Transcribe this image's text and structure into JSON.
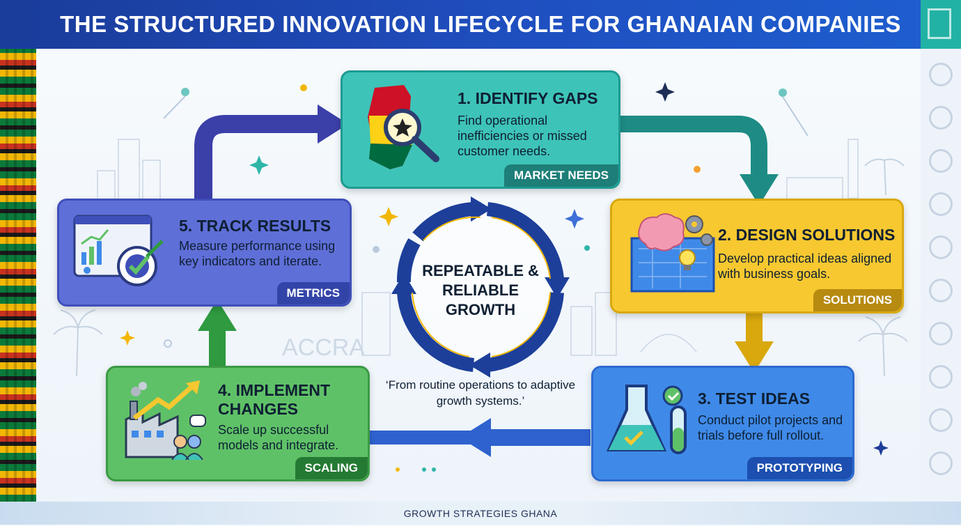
{
  "header": {
    "title": "THE STRUCTURED INNOVATION LIFECYCLE FOR GHANAIAN COMPANIES"
  },
  "steps": [
    {
      "title": "1. IDENTIFY GAPS",
      "description": "Find operational inefficiencies or missed customer needs.",
      "badge": "MARKET NEEDS",
      "icon": "ghana-map-magnifier-icon"
    },
    {
      "title": "2. DESIGN SOLUTIONS",
      "description": "Develop practical ideas aligned with business goals.",
      "badge": "SOLUTIONS",
      "icon": "brain-gears-blueprint-icon"
    },
    {
      "title": "3. TEST IDEAS",
      "description": "Conduct pilot projects and trials before full rollout.",
      "badge": "PROTOTYPING",
      "icon": "lab-flask-icon"
    },
    {
      "title": "4. IMPLEMENT CHANGES",
      "description": "Scale up successful models and integrate.",
      "badge": "SCALING",
      "icon": "factory-growth-icon"
    },
    {
      "title": "5. TRACK RESULTS",
      "description": "Measure performance using key indicators and iterate.",
      "badge": "METRICS",
      "icon": "dashboard-target-icon"
    }
  ],
  "center": {
    "text": "REPEATABLE & RELIABLE GROWTH"
  },
  "quote": "‘From routine operations to adaptive growth systems.’",
  "skyline_label": "ACCRA",
  "footer": {
    "text": "GROWTH STRATEGIES GHANA"
  },
  "colors": {
    "step1": "#3ec3b8",
    "step1_badge": "#1d7f78",
    "step2": "#f7c830",
    "step2_badge": "#b78a10",
    "step3": "#3f8ae8",
    "step3_badge": "#1c4fb0",
    "step4": "#5fc167",
    "step4_badge": "#257a33",
    "step5": "#5f6fd8",
    "step5_badge": "#3344a8"
  }
}
